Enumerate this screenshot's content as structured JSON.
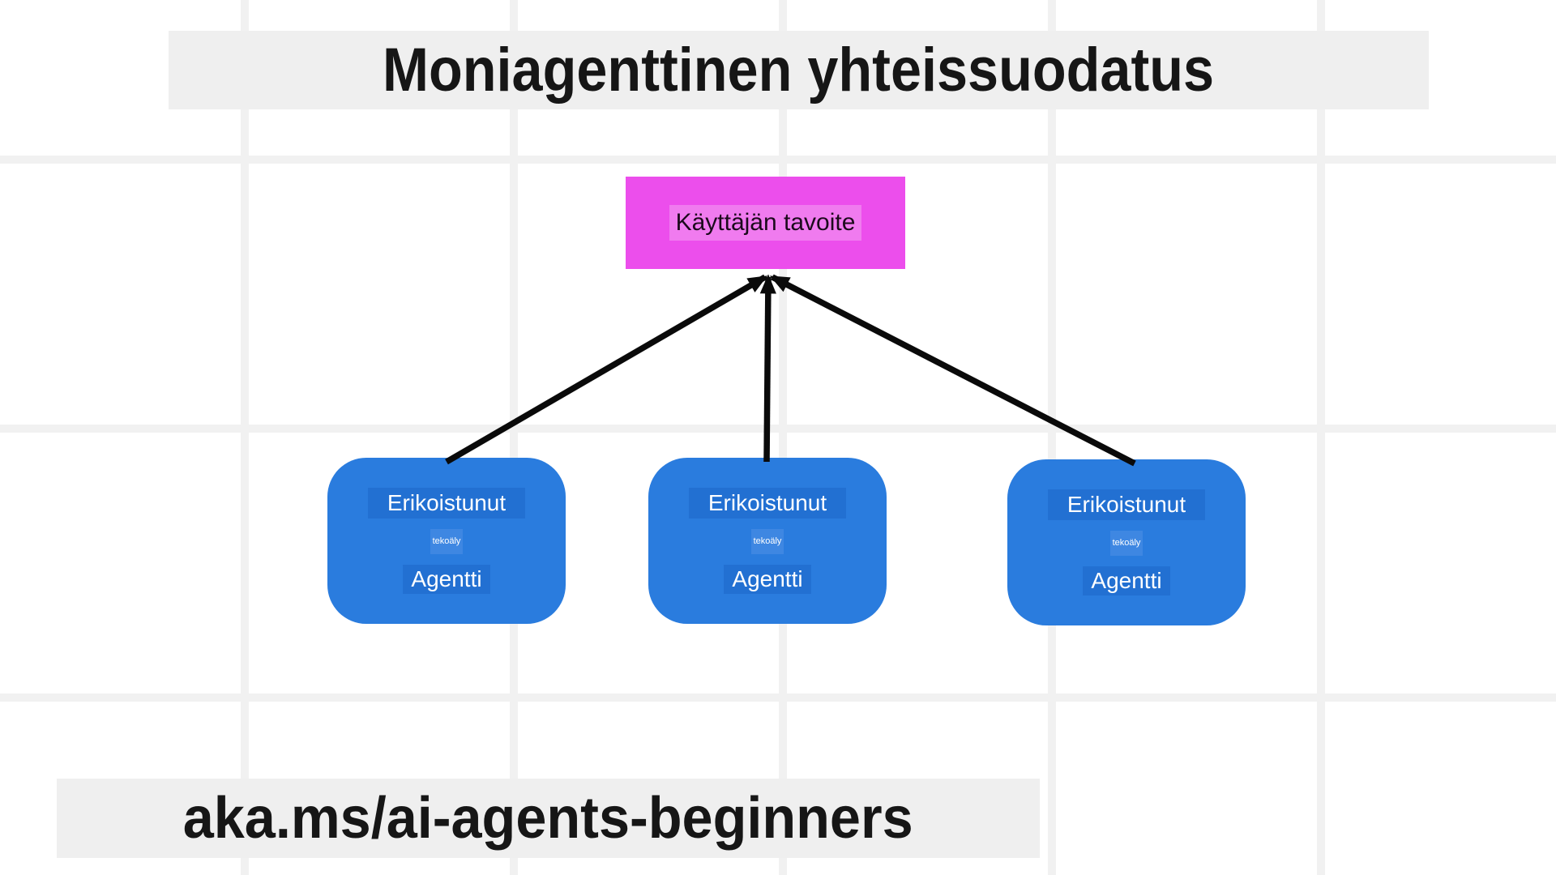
{
  "title": "Moniagenttinen yhteissuodatus",
  "goal": {
    "label": "Käyttäjän tavoite"
  },
  "agents": [
    {
      "line1": "Erikoistunut",
      "line2": "tekoäly",
      "line3": "Agentti"
    },
    {
      "line1": "Erikoistunut",
      "line2": "tekoäly",
      "line3": "Agentti"
    },
    {
      "line1": "Erikoistunut",
      "line2": "tekoäly",
      "line3": "Agentti"
    }
  ],
  "footer": "aka.ms/ai-agents-beginners",
  "colors": {
    "background": "#ffffff",
    "grid_line": "#f1f1f1",
    "banner": "#efefef",
    "goal_box": "#ec4eec",
    "goal_highlight": "#f07bef",
    "agent_box": "#2a7cde",
    "agent_highlight_dark": "#2270d2",
    "agent_highlight_light": "#3e87e2",
    "arrow": "#0a0a0a",
    "text_dark": "#161616",
    "text_light": "#ffffff"
  }
}
